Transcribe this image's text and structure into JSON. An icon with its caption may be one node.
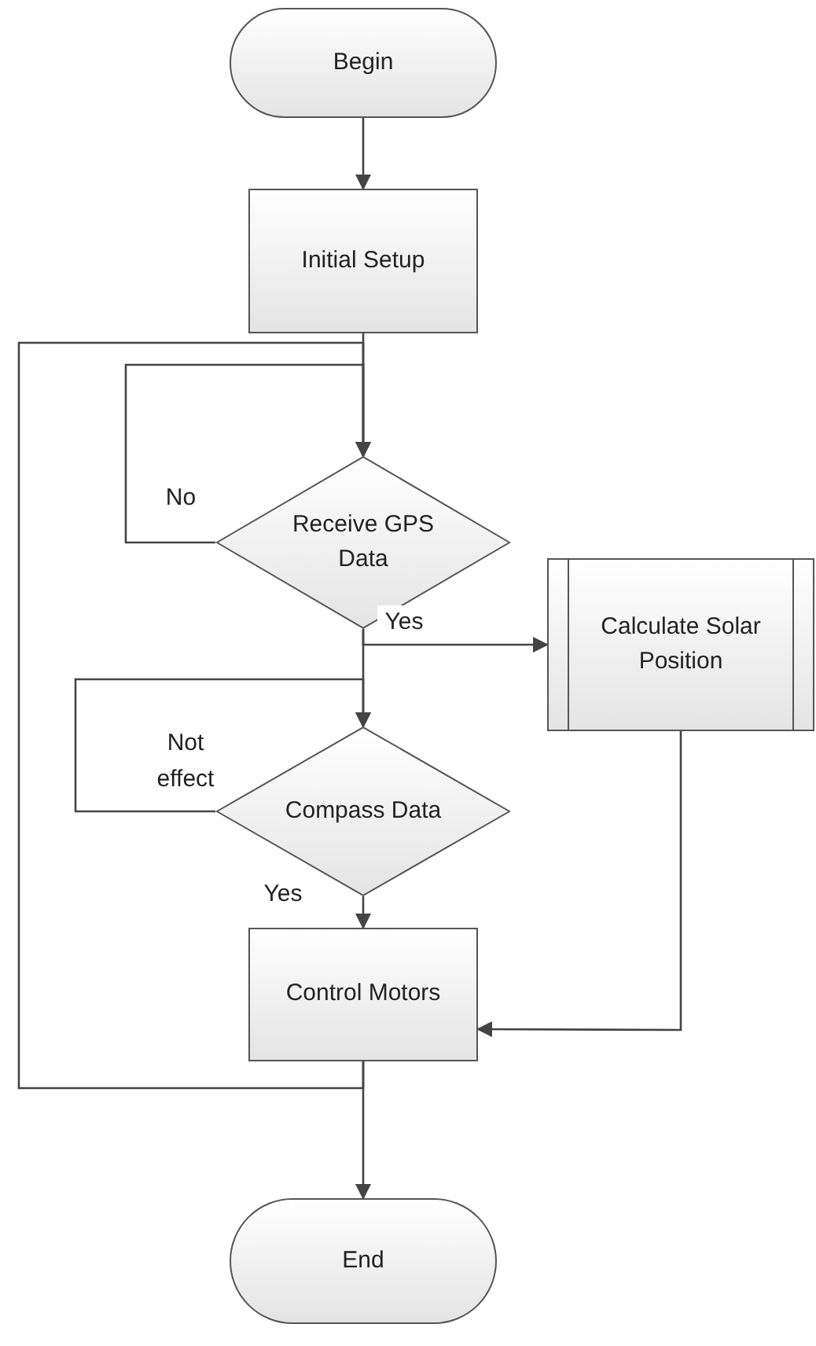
{
  "diagram": {
    "nodes": [
      {
        "text": [
          "Begin"
        ]
      },
      {
        "text": [
          "Initial Setup"
        ]
      },
      {
        "text": [
          "Receive GPS Data"
        ]
      },
      {
        "text": [
          "Calculate Solar Position"
        ]
      },
      {
        "text": [
          "Compass Data"
        ]
      },
      {
        "text": [
          "Control Motors"
        ]
      },
      {
        "text": [
          "End"
        ]
      }
    ],
    "edges": [
      {
        "from": 0,
        "to": 1,
        "arrow": "to"
      },
      {
        "from": 1,
        "to": 2,
        "arrow": "to"
      },
      {
        "from": 2,
        "to": 2,
        "arrow": "to",
        "label": "No"
      },
      {
        "from": 2,
        "to": 3,
        "arrow": "to",
        "label": "Yes"
      },
      {
        "from": 2,
        "to": 4,
        "arrow": "to"
      },
      {
        "from": 4,
        "to": 4,
        "arrow": "to",
        "label": "Not effect"
      },
      {
        "from": 4,
        "to": 5,
        "arrow": "to",
        "label": "Yes"
      },
      {
        "from": 3,
        "to": 5,
        "arrow": "to"
      },
      {
        "from": 5,
        "to": 6,
        "arrow": "to"
      },
      {
        "from": 5,
        "to": 2,
        "arrow": "to"
      }
    ]
  }
}
